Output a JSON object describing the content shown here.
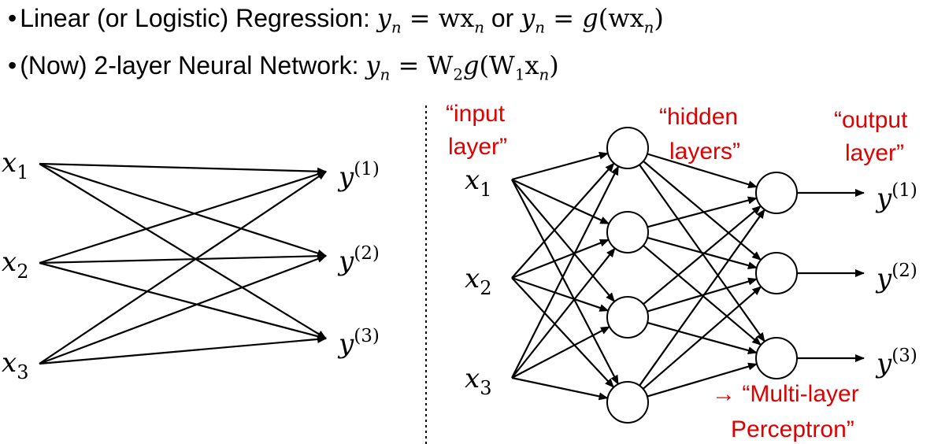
{
  "bullets": [
    {
      "label": "Linear (or Logistic) Regression:",
      "eq1_lhs": "y",
      "eq1_lhs_sub": "n",
      "eq1_rhs": "wx",
      "eq1_rhs_sub": "n",
      "connector": "or",
      "eq2_lhs": "y",
      "eq2_lhs_sub": "n",
      "eq2_fn": "g",
      "eq2_arg": "wx",
      "eq2_arg_sub": "n"
    },
    {
      "label": "(Now) 2-layer Neural Network:",
      "lhs": "y",
      "lhs_sub": "n",
      "w2": "W",
      "w2_sub": "2",
      "fn": "g",
      "w1": "W",
      "w1_sub": "1",
      "x": "x",
      "x_sub": "n"
    }
  ],
  "left_network": {
    "inputs": [
      {
        "var": "x",
        "sub": "1"
      },
      {
        "var": "x",
        "sub": "2"
      },
      {
        "var": "x",
        "sub": "3"
      }
    ],
    "outputs": [
      {
        "var": "y",
        "sup": "(1)"
      },
      {
        "var": "y",
        "sup": "(2)"
      },
      {
        "var": "y",
        "sup": "(3)"
      }
    ]
  },
  "right_network": {
    "inputs": [
      {
        "var": "x",
        "sub": "1"
      },
      {
        "var": "x",
        "sub": "2"
      },
      {
        "var": "x",
        "sub": "3"
      }
    ],
    "hidden_layer_1_count": 4,
    "hidden_layer_2_count": 3,
    "outputs": [
      {
        "var": "y",
        "sup": "(1)"
      },
      {
        "var": "y",
        "sup": "(2)"
      },
      {
        "var": "y",
        "sup": "(3)"
      }
    ],
    "labels": {
      "input_line1": "“input",
      "input_line2": "layer”",
      "hidden_line1": "“hidden",
      "hidden_line2": "layers”",
      "output_line1": "“output",
      "output_line2": "layer”",
      "mlp_line1": "→ “Multi-layer",
      "mlp_line2": "Perceptron”"
    }
  },
  "colors": {
    "annotation": "#e00000",
    "lines": "#000000"
  }
}
